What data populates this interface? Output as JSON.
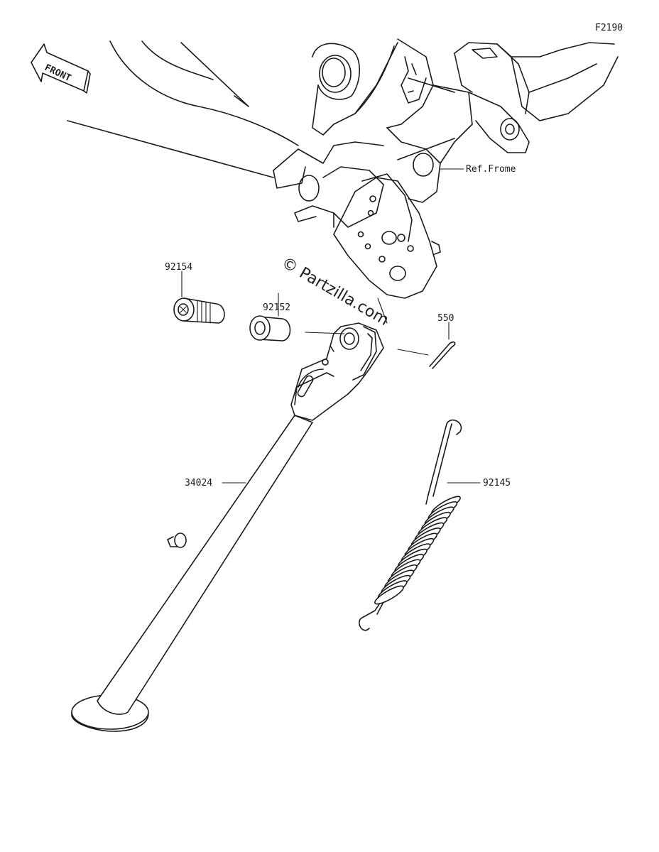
{
  "figure": {
    "code": "F2190",
    "front_arrow": "FRONT",
    "watermark": "© Partzilla.com",
    "ref_label": "Ref.Frome"
  },
  "parts": [
    {
      "number": "92154",
      "desc": "bolt"
    },
    {
      "number": "92152",
      "desc": "collar"
    },
    {
      "number": "550",
      "desc": "cotter-pin"
    },
    {
      "number": "34024",
      "desc": "side-stand"
    },
    {
      "number": "92145",
      "desc": "spring"
    }
  ]
}
